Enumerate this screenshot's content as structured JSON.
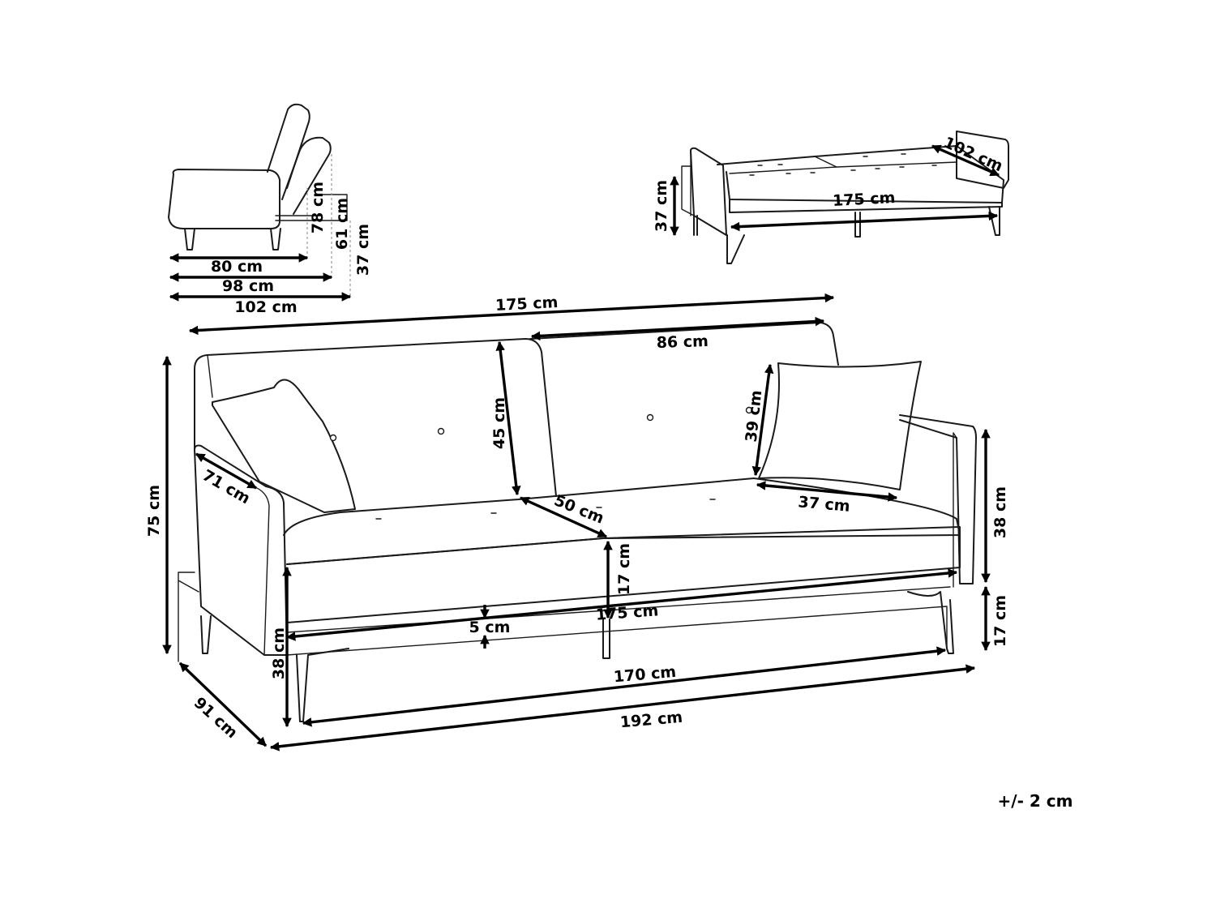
{
  "labels": {
    "side_80": "80 cm",
    "side_98": "98 cm",
    "side_102": "102 cm",
    "side_78": "78 cm",
    "side_61": "61 cm",
    "side_37": "37 cm",
    "bed_102": "102 cm",
    "bed_175": "175 cm",
    "bed_37": "37 cm",
    "main_175_top": "175 cm",
    "main_86": "86 cm",
    "main_75": "75 cm",
    "main_45": "45 cm",
    "main_39": "39 cm",
    "main_71": "71 cm",
    "main_50": "50 cm",
    "main_37": "37 cm",
    "main_38_right": "38 cm",
    "main_17_right": "17 cm",
    "main_17_mid": "17 cm",
    "main_175_mid": "175 cm",
    "main_5": "5 cm",
    "main_38_left": "38 cm",
    "main_170": "170 cm",
    "main_192": "192 cm",
    "main_91": "91 cm"
  },
  "tolerance": "+/- 2 cm",
  "colors": {
    "line": "#1a1a1a",
    "dimension": "#000000",
    "background": "#ffffff"
  }
}
